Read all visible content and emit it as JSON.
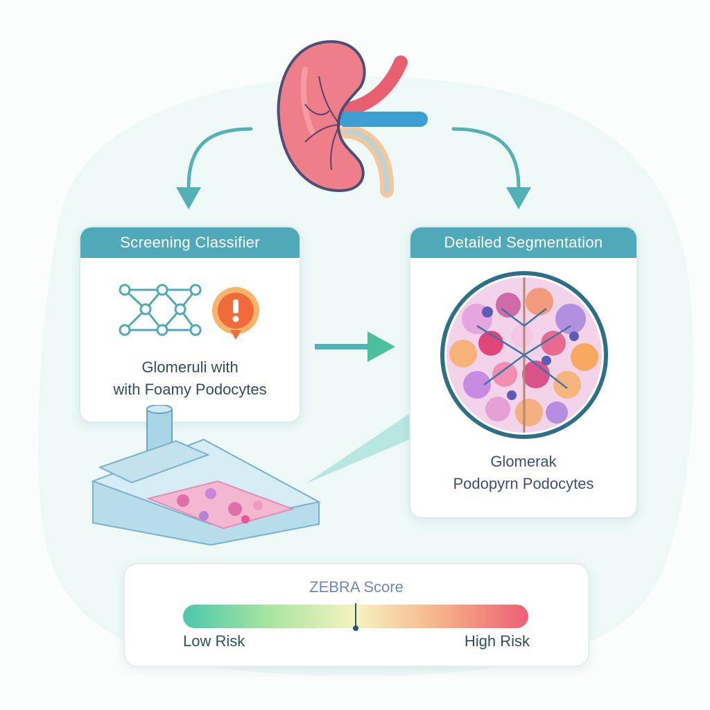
{
  "screening_card": {
    "header": "Screening Classifier",
    "text_lines": [
      "Glomeruli with",
      "with Foamy Podocytes"
    ],
    "icons": [
      "neural-network-icon",
      "warning-icon"
    ]
  },
  "segmentation_card": {
    "header": "Detailed Segmentation",
    "text_lines": [
      "Glomerak",
      "Podopyrn Podocytes"
    ]
  },
  "zebra": {
    "title": "ZEBRA Score",
    "low_label": "Low Risk",
    "high_label": "High Risk",
    "marker_fraction": 0.5,
    "gradient_colors": [
      "#4cc7ad",
      "#a9e4a0",
      "#f6f3c0",
      "#f7b087",
      "#ec5f74"
    ]
  },
  "colors": {
    "accent": "#4fa9b8",
    "arrow": "#53b0b4",
    "kidney": "#e96e7a",
    "vessel": "#3b9fd2"
  },
  "illustrations": [
    "kidney-illustration",
    "microscope-slide-scanner",
    "glomerulus-magnified-view"
  ]
}
